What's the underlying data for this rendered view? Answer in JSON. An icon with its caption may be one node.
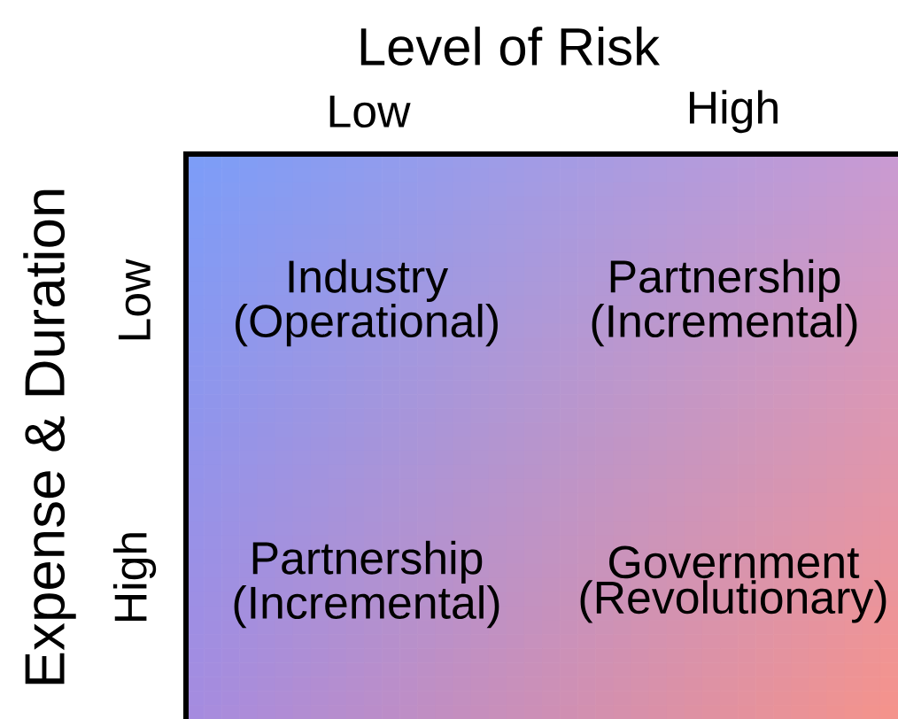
{
  "diagram": {
    "labels": [
      "Level of Risk",
      "Low",
      "High",
      "Expense & Duration",
      "Low",
      "High",
      "Industry (Operational)",
      "Partnership (Incremental)",
      "Partnership (Incremental)",
      "Government (Revolutionary)"
    ]
  }
}
